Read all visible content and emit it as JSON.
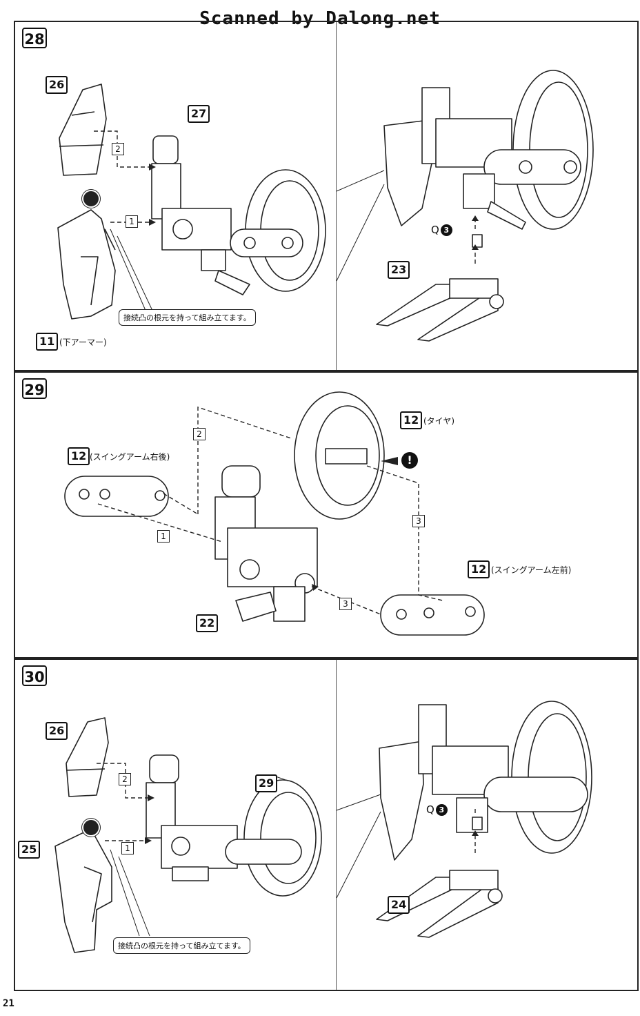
{
  "watermark": "Scanned by Dalong.net",
  "page_number": "21",
  "steps": [
    {
      "number": "28",
      "parts": {
        "a": "26",
        "b": "27",
        "c": "11",
        "d": "23"
      },
      "part_11_note": "(下アーマー)",
      "seq": [
        "1",
        "2"
      ],
      "note": "接続凸の根元を持って組み立てます。",
      "q_label": "Q",
      "q_num": "3"
    },
    {
      "number": "29",
      "parts": {
        "a": "12",
        "b": "12",
        "c": "12",
        "d": "22"
      },
      "part_12a_note": "(スイングアーム右後)",
      "part_12b_note": "(タイヤ)",
      "part_12c_note": "(スイングアーム左前)",
      "seq": [
        "1",
        "2",
        "3",
        "3"
      ],
      "warn": "!"
    },
    {
      "number": "30",
      "parts": {
        "a": "26",
        "b": "25",
        "c": "29",
        "d": "24"
      },
      "seq": [
        "1",
        "2"
      ],
      "note": "接続凸の根元を持って組み立てます。",
      "q_label": "Q",
      "q_num": "3"
    }
  ]
}
